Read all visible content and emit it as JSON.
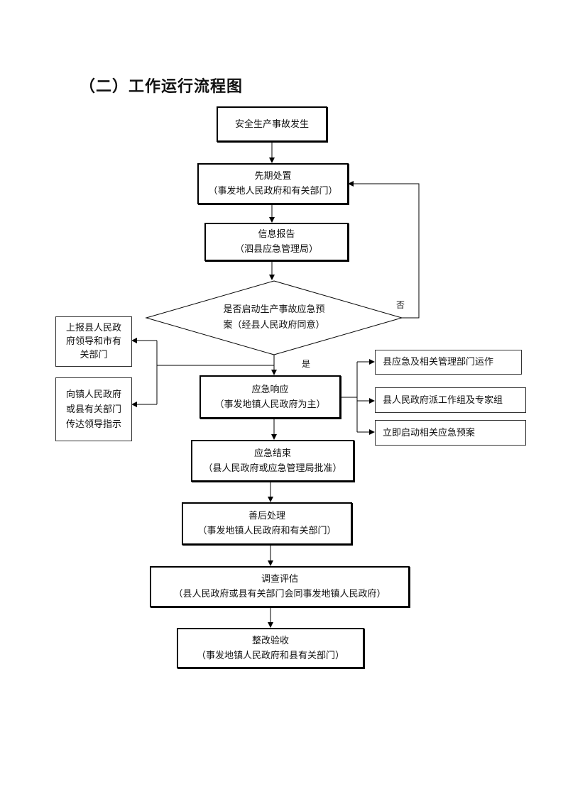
{
  "title": "（二）工作运行流程图",
  "nodes": {
    "accident": {
      "line1": "安全生产事故发生"
    },
    "initial": {
      "line1": "先期处置",
      "line2": "（事发地人民政府和有关部门）"
    },
    "report": {
      "line1": "信息报告",
      "line2": "（泗县应急管理局）"
    },
    "decision": {
      "line1": "是否启动生产事故应急预",
      "line2": "案（经县人民政府同意）"
    },
    "response": {
      "line1": "应急响应",
      "line2": "（事发地镇人民政府为主）"
    },
    "end": {
      "line1": "应急结束",
      "line2": "（县人民政府或应急管理局批准）"
    },
    "aftermath": {
      "line1": "善后处理",
      "line2": "（事发地镇人民政府和有关部门）"
    },
    "investigation": {
      "line1": "调查评估",
      "line2": "（县人民政府或县有关部门会同事发地镇人民政府）"
    },
    "rectification": {
      "line1": "整改验收",
      "line2": "（事发地镇人民政府和县有关部门）"
    }
  },
  "left_boxes": {
    "report_up": {
      "line1": "上报县人民政",
      "line2": "府领导和市有",
      "line3": "关部门"
    },
    "notify": {
      "line1": "向镇人民政府",
      "line2": "或县有关部门",
      "line3": "传达领导指示"
    }
  },
  "right_boxes": {
    "dept_op": "县应急及相关管理部门运作",
    "work_group": "县人民政府派工作组及专家组",
    "plan_start": "立即启动相关应急预案"
  },
  "labels": {
    "no": "否",
    "yes": "是"
  }
}
